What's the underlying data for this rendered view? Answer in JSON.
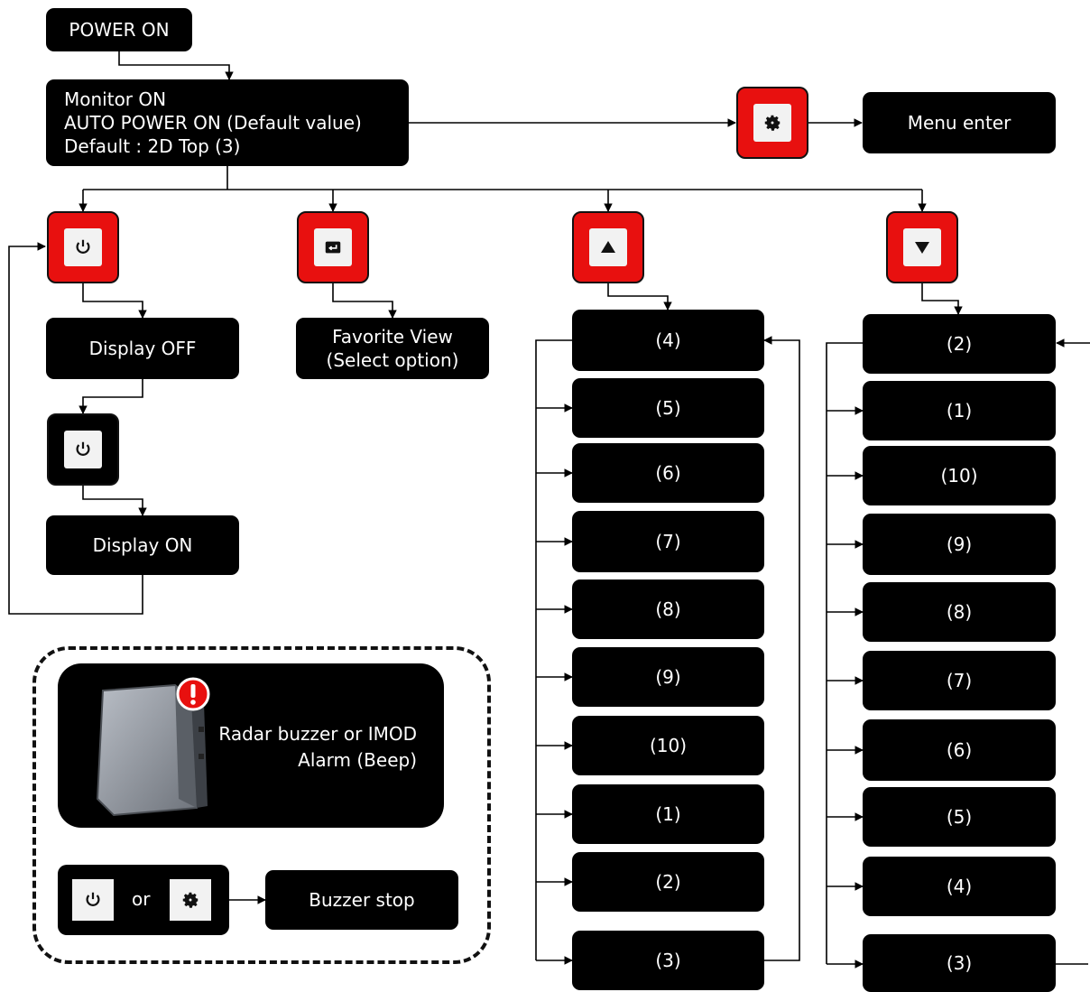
{
  "power_on": "POWER ON",
  "monitor_on": {
    "line1": "Monitor ON",
    "line2": "AUTO POWER ON (Default value)",
    "line3": "Default  : 2D Top  (3)"
  },
  "menu_enter": "Menu enter",
  "display_off": "Display OFF",
  "display_on": "Display ON",
  "favorite_view": {
    "line1": "Favorite View",
    "line2": "(Select option)"
  },
  "up_sequence": [
    "(4)",
    "(5)",
    "(6)",
    "(7)",
    "(8)",
    "(9)",
    "(10)",
    "(1)",
    "(2)",
    "(3)"
  ],
  "down_sequence": [
    "(2)",
    "(1)",
    "(10)",
    "(9)",
    "(8)",
    "(7)",
    "(6)",
    "(5)",
    "(4)",
    "(3)"
  ],
  "alarm": {
    "line1": "Radar buzzer  or IMOD",
    "line2": "Alarm (Beep)"
  },
  "keys_or": "or",
  "buzzer_stop": "Buzzer stop",
  "icons": {
    "menu": "gear-icon",
    "power": "power-icon",
    "favorite": "enter-icon",
    "up": "up-arrow-icon",
    "down": "down-arrow-icon",
    "alarm_badge": "exclamation-icon"
  },
  "colors": {
    "button_accent": "#e8100f",
    "box": "#000000",
    "line": "#000000"
  }
}
